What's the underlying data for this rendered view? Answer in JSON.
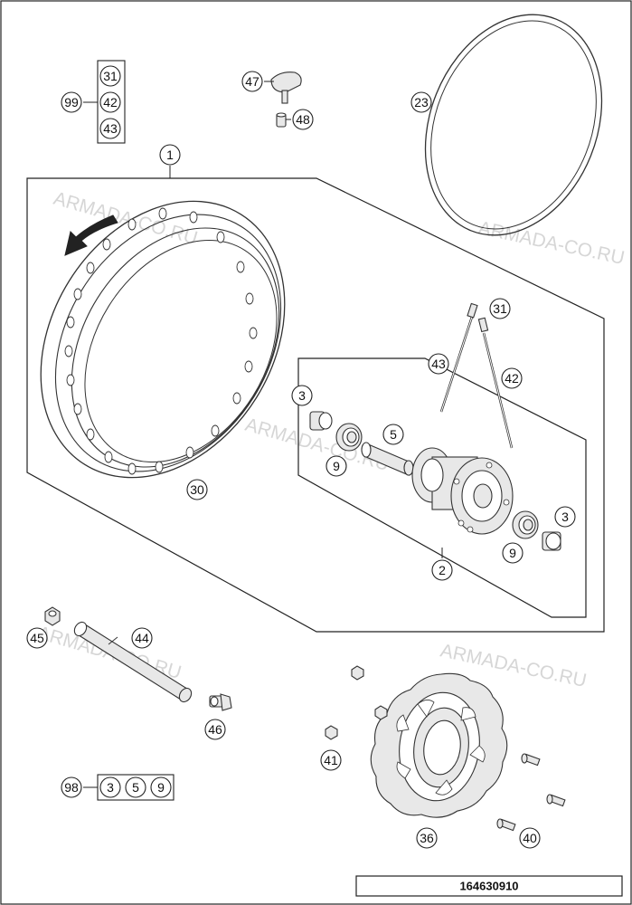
{
  "watermark": "ARMADA-CO.RU",
  "document_number": "164630910",
  "callouts": {
    "c1": "1",
    "c2": "2",
    "c3a": "3",
    "c3b": "3",
    "c5": "5",
    "c9a": "9",
    "c9b": "9",
    "c23": "23",
    "c30": "30",
    "c31": "31",
    "c36": "36",
    "c40": "40",
    "c41": "41",
    "c42": "42",
    "c43": "43",
    "c44": "44",
    "c45": "45",
    "c46": "46",
    "c47": "47",
    "c48": "48",
    "c98": "98",
    "c99": "99"
  },
  "kit_99": [
    "31",
    "42",
    "43"
  ],
  "kit_98": [
    "3",
    "5",
    "9"
  ],
  "colors": {
    "line": "#222222",
    "watermark": "#d6d6d6",
    "part_fill": "#e8e8e8"
  }
}
